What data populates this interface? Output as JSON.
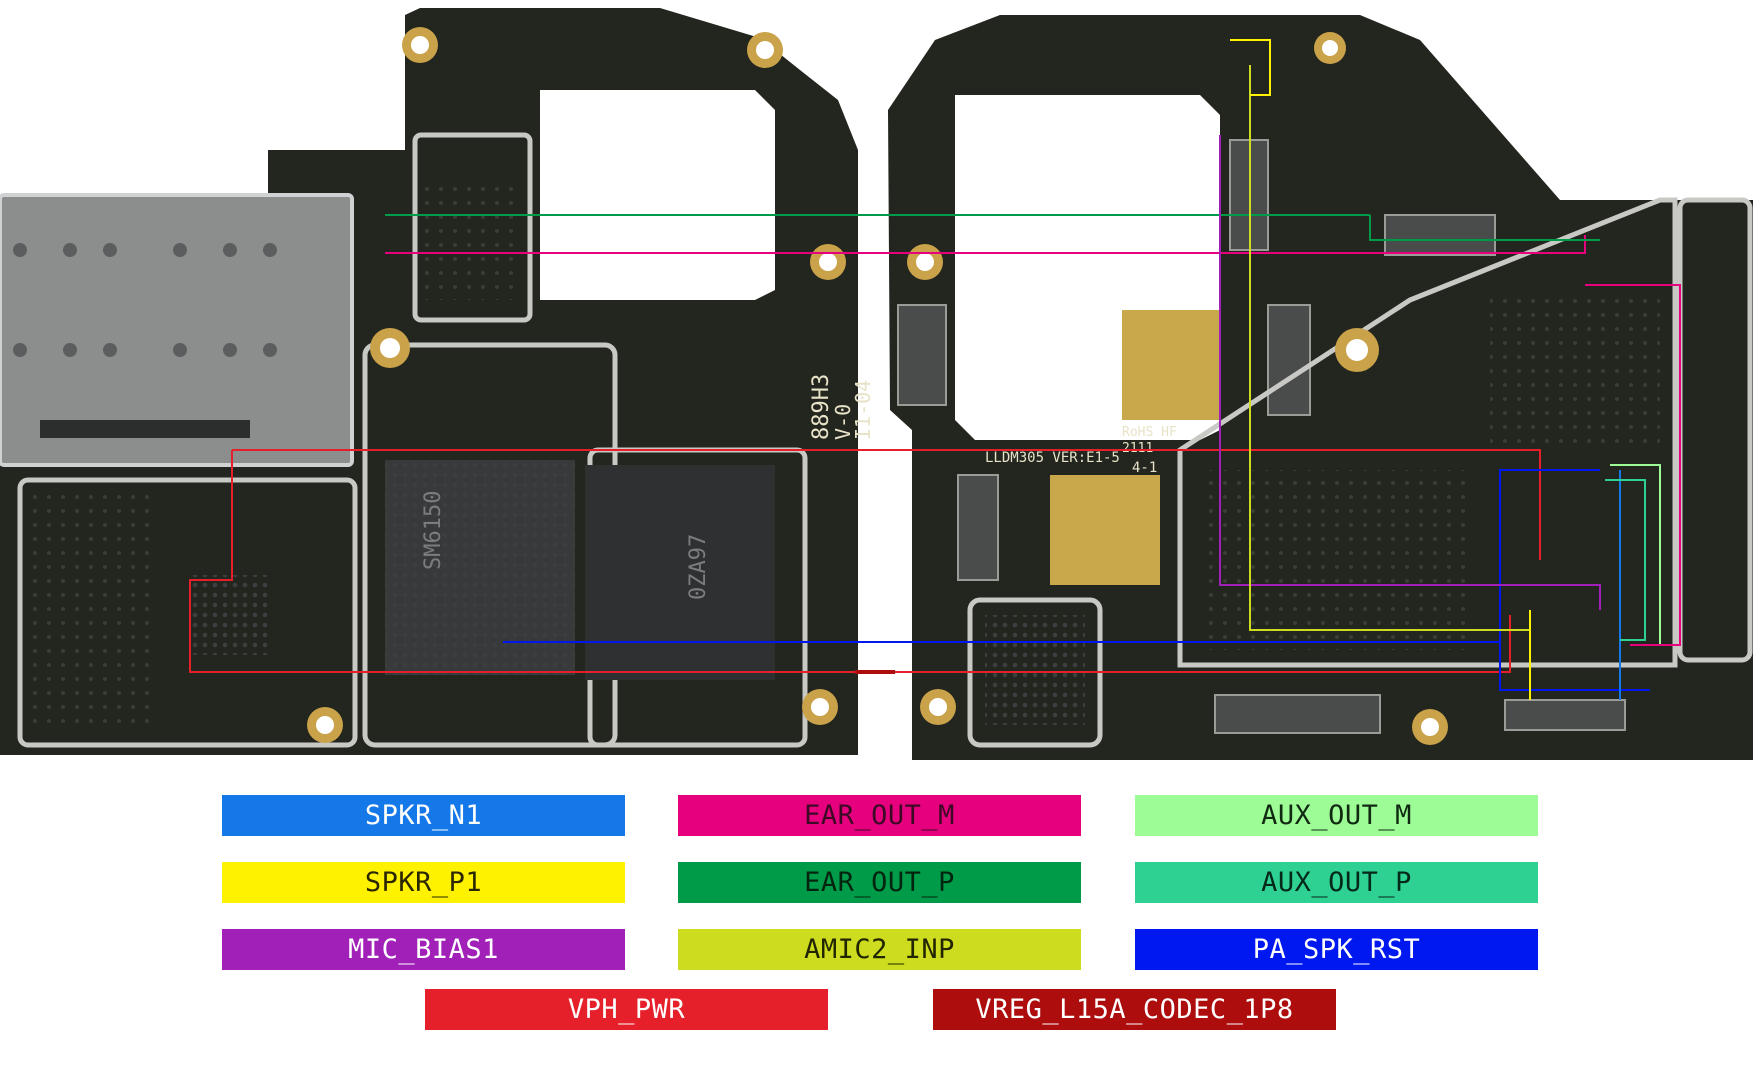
{
  "silkscreen": {
    "board_id": "889H3",
    "rev": "V-0",
    "code": "I1-04",
    "model": "LLDM305 VER:E1-5",
    "rohs": "RoHS HF",
    "date": "2111",
    "sub": "4-1",
    "soc": "SM6150",
    "memory": "0ZA97"
  },
  "legend": [
    {
      "label": "SPKR_N1",
      "color": "#1478e8",
      "text_color": "#ffffff"
    },
    {
      "label": "EAR_OUT_M",
      "color": "#e6007e",
      "text_color": "#3d0a26"
    },
    {
      "label": "AUX_OUT_M",
      "color": "#9efc97",
      "text_color": "#0f2a10"
    },
    {
      "label": "SPKR_P1",
      "color": "#fff200",
      "text_color": "#2a2700"
    },
    {
      "label": "EAR_OUT_P",
      "color": "#009b48",
      "text_color": "#03240f"
    },
    {
      "label": "AUX_OUT_P",
      "color": "#2fd192",
      "text_color": "#04281a"
    },
    {
      "label": "MIC_BIAS1",
      "color": "#a020b8",
      "text_color": "#ffffff"
    },
    {
      "label": "AMIC2_INP",
      "color": "#cddc1f",
      "text_color": "#222600"
    },
    {
      "label": "PA_SPK_RST",
      "color": "#0018f0",
      "text_color": "#ffffff"
    },
    {
      "label": "VPH_PWR",
      "color": "#e5202a",
      "text_color": "#ffffff"
    },
    {
      "label": "VREG_L15A_CODEC_1P8",
      "color": "#ad0d0d",
      "text_color": "#ffffff"
    }
  ]
}
